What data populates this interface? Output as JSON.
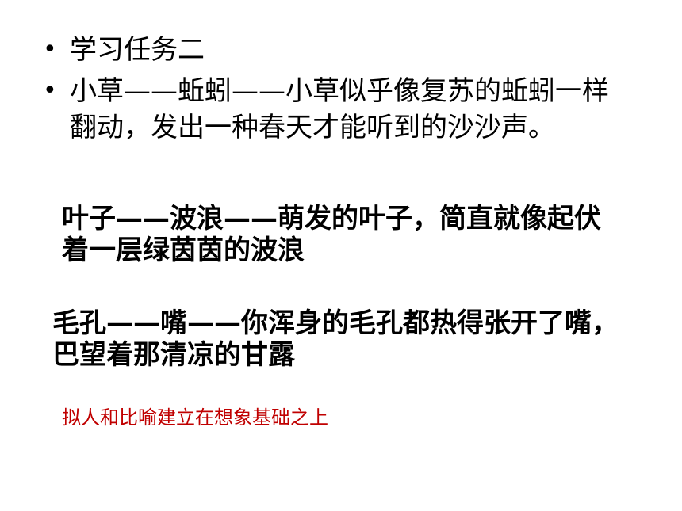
{
  "bullets": [
    {
      "text": "学习任务二"
    },
    {
      "text": "小草——蚯蚓——小草似乎像复苏的蚯蚓一样翻动，发出一种春天才能听到的沙沙声。"
    }
  ],
  "bullet_symbol": "•",
  "block_leaf": "叶子——波浪——萌发的叶子，简直就像起伏着一层绿茵茵的波浪",
  "block_pore": "毛孔——嘴——你浑身的毛孔都热得张开了嘴，巴望着那清凉的甘露",
  "note": "拟人和比喻建立在想象基础之上",
  "colors": {
    "text": "#000000",
    "note": "#c00000",
    "background": "#ffffff"
  }
}
